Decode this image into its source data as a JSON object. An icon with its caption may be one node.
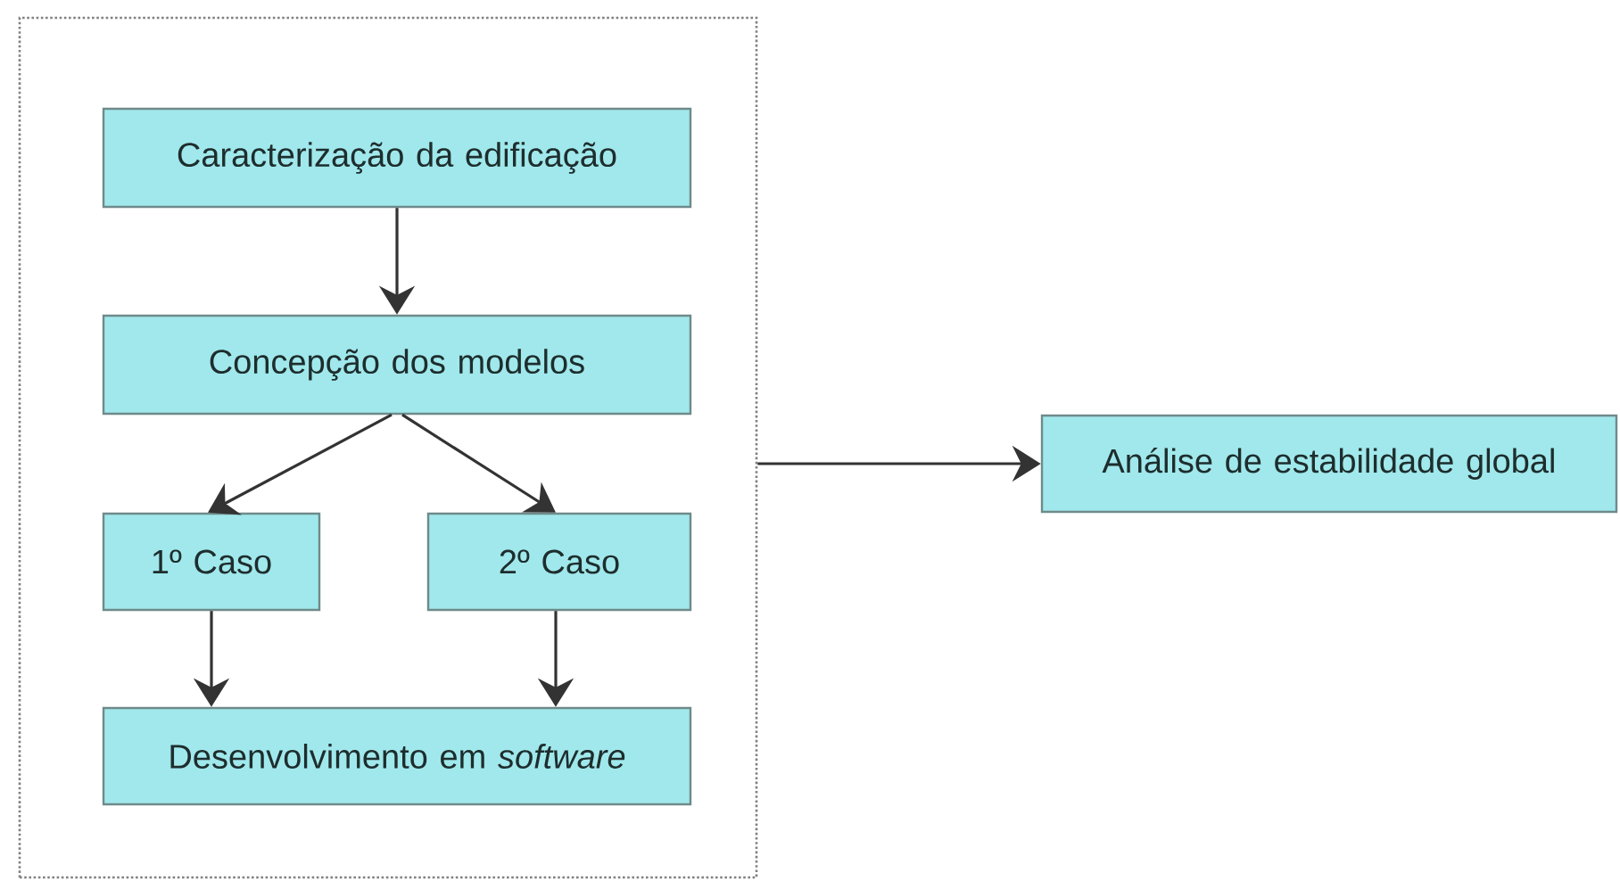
{
  "diagram": {
    "nodes": [
      {
        "text": [],
        "shape": "box"
      },
      {
        "text": [
          "Caracterização da edificação"
        ],
        "in": 0
      },
      {
        "text": [
          "Concepção dos modelos"
        ],
        "in": 0
      },
      {
        "text": [
          "1º Caso"
        ],
        "in": 0
      },
      {
        "text": [
          "2º Caso"
        ],
        "in": 0
      },
      {
        "text": [
          "Desenvolvimento em *software*"
        ],
        "in": 0
      },
      {
        "text": [
          "Análise de estabilidade global"
        ]
      }
    ],
    "edges": [
      {
        "from": 1,
        "to": 2,
        "arrow": "to"
      },
      {
        "from": 2,
        "to": 3,
        "arrow": "to"
      },
      {
        "from": 2,
        "to": 4,
        "arrow": "to"
      },
      {
        "from": 3,
        "to": 5,
        "arrow": "to"
      },
      {
        "from": 4,
        "to": 5,
        "arrow": "to"
      },
      {
        "from": 0,
        "to": 6,
        "arrow": "to"
      }
    ]
  }
}
